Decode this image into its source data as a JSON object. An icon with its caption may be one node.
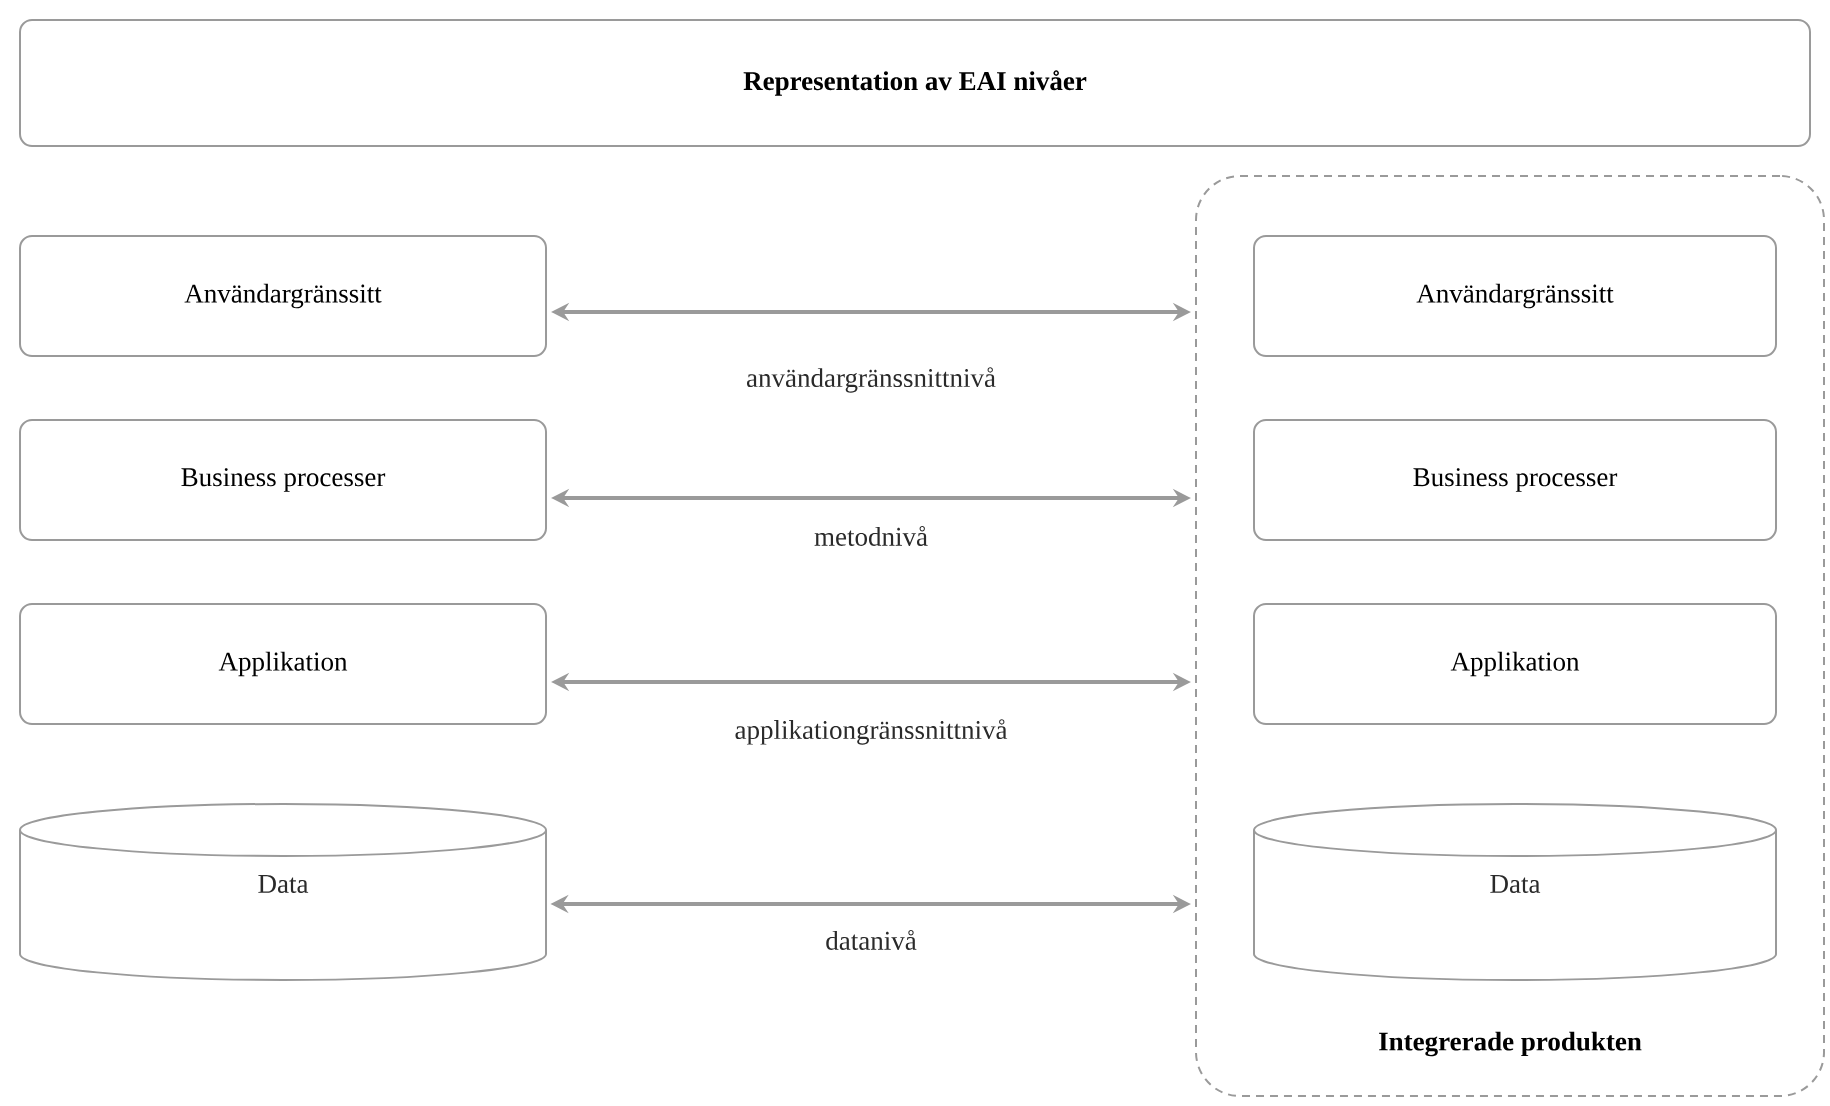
{
  "diagram": {
    "nodes": [
      {
        "text": [
          "Representation av EAI nivåer"
        ]
      },
      {
        "text": [
          "Användargränssitt"
        ]
      },
      {
        "text": [
          "Business processer"
        ]
      },
      {
        "text": [
          "Applikation"
        ]
      },
      {
        "text": [
          "Data"
        ]
      },
      {
        "text": [
          "Integrerade produkten"
        ]
      },
      {
        "text": [
          "Användargränssitt"
        ],
        "in": 5
      },
      {
        "text": [
          "Business processer"
        ],
        "in": 5
      },
      {
        "text": [
          "Applikation"
        ],
        "in": 5
      },
      {
        "text": [
          "Data"
        ],
        "in": 5
      }
    ],
    "edges": [
      {
        "from": 1,
        "to": 5,
        "arrow": "both",
        "label": "användargränssnittnivå"
      },
      {
        "from": 2,
        "to": 5,
        "arrow": "both",
        "label": "metodnivå"
      },
      {
        "from": 3,
        "to": 5,
        "arrow": "both",
        "label": "applikationgränssnittnivå"
      },
      {
        "from": 4,
        "to": 5,
        "arrow": "both",
        "label": "datanivå"
      }
    ]
  }
}
